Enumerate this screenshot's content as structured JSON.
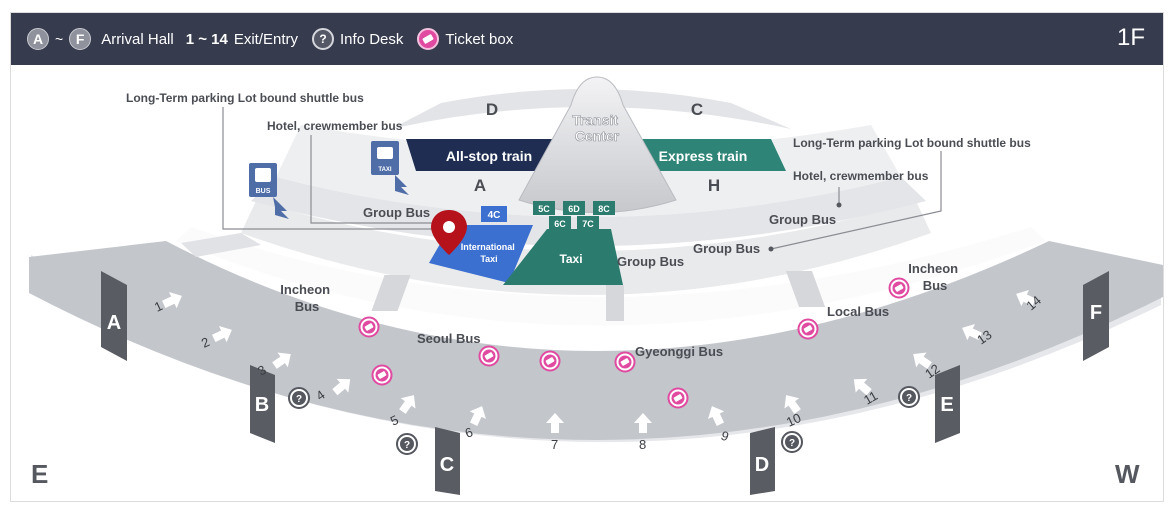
{
  "header": {
    "legend_hall_start": "A",
    "legend_tilde": "~",
    "legend_hall_end": "F",
    "legend_hall_text": "Arrival Hall",
    "legend_exit_range": "1 ~ 14",
    "legend_exit_text": "Exit/Entry",
    "legend_info_symbol": "?",
    "legend_info_text": "Info Desk",
    "legend_ticket_icon": "ticket-icon",
    "legend_ticket_text": "Ticket box",
    "floor": "1F"
  },
  "map": {
    "center_label": "Transit Center",
    "zones_top": {
      "d": "D",
      "c": "C"
    },
    "zones_inner": {
      "a": "A",
      "h": "H"
    },
    "all_stop_train": "All-stop train",
    "express_train": "Express train",
    "left_callout_1": "Long-Term parking Lot bound shuttle bus",
    "left_callout_2": "Hotel, crewmember bus",
    "right_callout_1": "Long-Term parking Lot bound shuttle bus",
    "right_callout_2": "Hotel, crewmember bus",
    "bus_sign": "BUS",
    "taxi_sign": "TAXI",
    "group_bus_left": "Group Bus",
    "group_bus_center": "Group Bus",
    "group_bus_right_1": "Group Bus",
    "group_bus_right_2": "Group Bus",
    "platform_4c": "4C",
    "taxi_platforms": [
      "5C",
      "6D",
      "8C",
      "6C",
      "7C"
    ],
    "international_taxi": "International Taxi",
    "taxi": "Taxi",
    "incheon_bus_left": "Incheon Bus",
    "incheon_bus_right": "Incheon Bus",
    "seoul_bus": "Seoul Bus",
    "gyeonggi_bus": "Gyeonggi Bus",
    "local_bus": "Local Bus",
    "halls": [
      "A",
      "B",
      "C",
      "D",
      "E",
      "F"
    ],
    "exits": [
      "1",
      "2",
      "3",
      "4",
      "5",
      "6",
      "7",
      "8",
      "9",
      "10",
      "11",
      "12",
      "13",
      "14"
    ],
    "info_symbol": "?",
    "compass_left": "E",
    "compass_right": "W",
    "colors": {
      "topbar": "#363b4e",
      "hall_marker": "#595c62",
      "all_stop_train": "#1f2d52",
      "express_train": "#2e8577",
      "international_taxi": "#3b6fd0",
      "taxi": "#2b7c6e",
      "ticket": "#e04aa0",
      "location_pin": "#b5121b"
    }
  }
}
